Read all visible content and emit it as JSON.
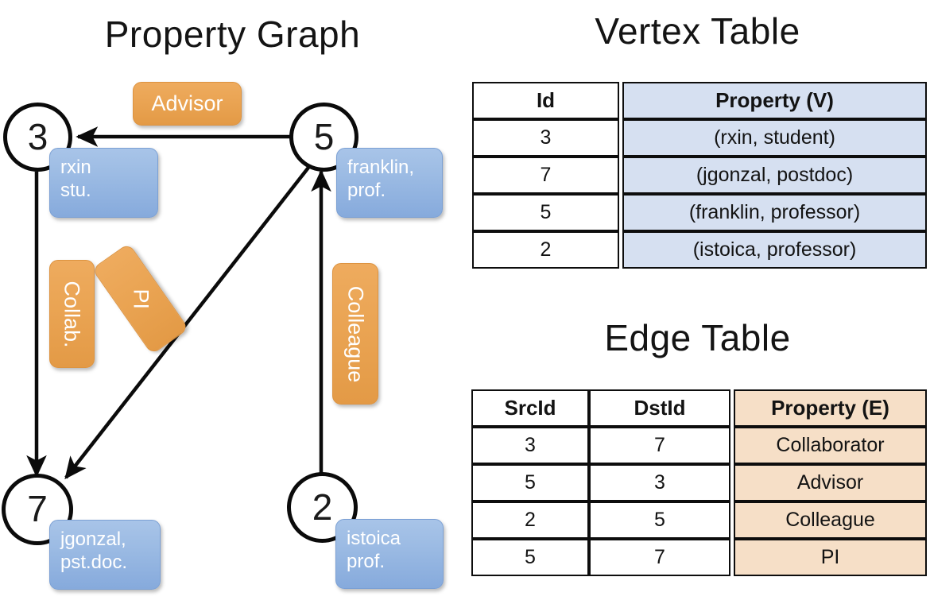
{
  "titles": {
    "property_graph": "Property Graph",
    "vertex_table": "Vertex Table",
    "edge_table": "Edge Table"
  },
  "graph": {
    "nodes": [
      {
        "id": "3",
        "property_line1": "rxin",
        "property_line2": "stu."
      },
      {
        "id": "5",
        "property_line1": "franklin,",
        "property_line2": "prof."
      },
      {
        "id": "7",
        "property_line1": "jgonzal,",
        "property_line2": "pst.doc."
      },
      {
        "id": "2",
        "property_line1": "istoica",
        "property_line2": "prof."
      }
    ],
    "edge_labels": {
      "advisor": "Advisor",
      "collab": "Collab.",
      "pi": "PI",
      "colleague": "Colleague"
    }
  },
  "vertex_table": {
    "headers": [
      "Id",
      "Property (V)"
    ],
    "rows": [
      {
        "id": "3",
        "property": "(rxin, student)"
      },
      {
        "id": "7",
        "property": "(jgonzal, postdoc)"
      },
      {
        "id": "5",
        "property": "(franklin, professor)"
      },
      {
        "id": "2",
        "property": "(istoica, professor)"
      }
    ]
  },
  "edge_table": {
    "headers": [
      "SrcId",
      "DstId",
      "Property (E)"
    ],
    "rows": [
      {
        "src": "3",
        "dst": "7",
        "property": "Collaborator"
      },
      {
        "src": "5",
        "dst": "3",
        "property": "Advisor"
      },
      {
        "src": "2",
        "dst": "5",
        "property": "Colleague"
      },
      {
        "src": "5",
        "dst": "7",
        "property": "PI"
      }
    ]
  },
  "colors": {
    "vertex_property_fill": "#d6e0f1",
    "edge_property_fill": "#f6dfc7",
    "node_box_blue": "#9dbce4",
    "edge_label_orange": "#eaa453",
    "stroke": "#0d0d0d"
  }
}
